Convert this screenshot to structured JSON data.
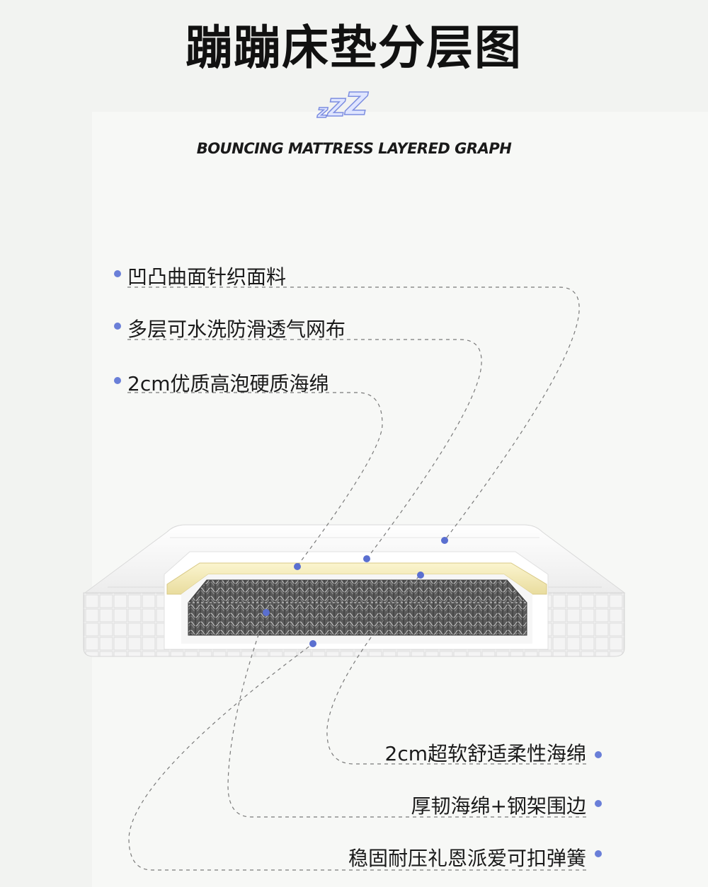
{
  "title": "蹦蹦床垫分层图",
  "subtitle": "BOUNCING MATTRESS LAYERED GRAPH",
  "zzz": {
    "z1": "z",
    "z2": "Z",
    "z3": "Z"
  },
  "colors": {
    "dot": "#6a7fd8",
    "foam": "#f3eab6",
    "cover": "#ffffff",
    "spring": "#4a4a4a"
  },
  "layers_top": [
    {
      "label": "凹凸曲面针织面料"
    },
    {
      "label": "多层可水洗防滑透气网布"
    },
    {
      "label": "2cm优质高泡硬质海绵"
    }
  ],
  "layers_bottom": [
    {
      "label": "2cm超软舒适柔性海绵"
    },
    {
      "label": "厚韧海绵+钢架围边"
    },
    {
      "label": "稳固耐压礼恩派爱可扣弹簧"
    }
  ]
}
